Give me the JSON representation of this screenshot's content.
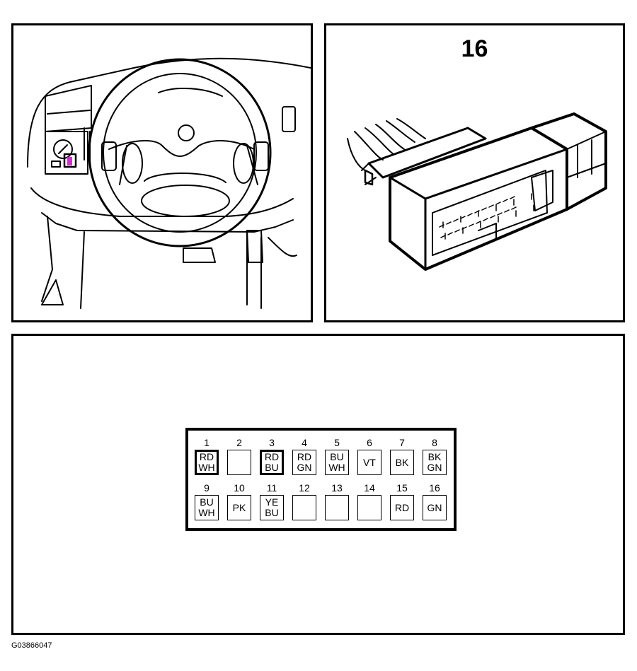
{
  "connector_label": "16",
  "figure_id": "G03866047",
  "colors": {
    "line": "#000000",
    "connector_highlight": "#cc33cc"
  },
  "pins": [
    {
      "num": "1",
      "colors": [
        "RD",
        "WH"
      ],
      "highlighted": true
    },
    {
      "num": "2",
      "colors": [],
      "highlighted": false
    },
    {
      "num": "3",
      "colors": [
        "RD",
        "BU"
      ],
      "highlighted": true
    },
    {
      "num": "4",
      "colors": [
        "RD",
        "GN"
      ],
      "highlighted": false
    },
    {
      "num": "5",
      "colors": [
        "BU",
        "WH"
      ],
      "highlighted": false
    },
    {
      "num": "6",
      "colors": [
        "VT"
      ],
      "highlighted": false
    },
    {
      "num": "7",
      "colors": [
        "BK"
      ],
      "highlighted": false
    },
    {
      "num": "8",
      "colors": [
        "BK",
        "GN"
      ],
      "highlighted": false
    },
    {
      "num": "9",
      "colors": [
        "BU",
        "WH"
      ],
      "highlighted": false
    },
    {
      "num": "10",
      "colors": [
        "PK"
      ],
      "highlighted": false
    },
    {
      "num": "11",
      "colors": [
        "YE",
        "BU"
      ],
      "highlighted": false
    },
    {
      "num": "12",
      "colors": [],
      "highlighted": false
    },
    {
      "num": "13",
      "colors": [],
      "highlighted": false
    },
    {
      "num": "14",
      "colors": [],
      "highlighted": false
    },
    {
      "num": "15",
      "colors": [
        "RD"
      ],
      "highlighted": false
    },
    {
      "num": "16",
      "colors": [
        "GN"
      ],
      "highlighted": false
    }
  ]
}
